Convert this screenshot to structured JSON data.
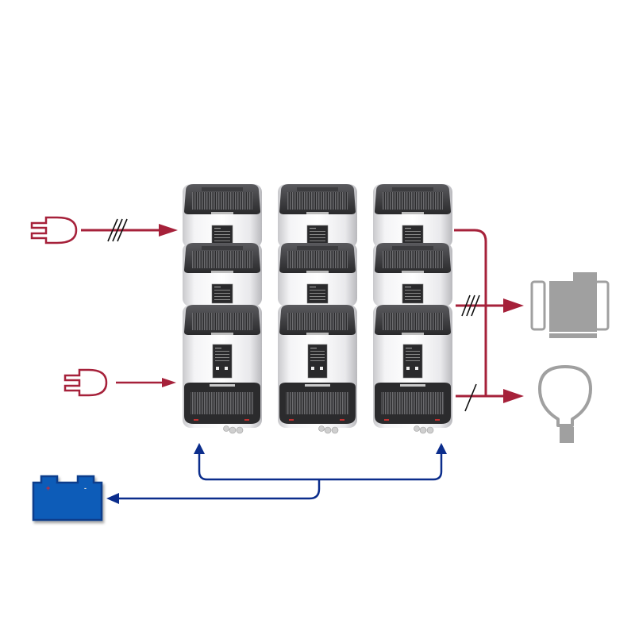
{
  "diagram": {
    "type": "three-phase parallel inverter/charger system wiring",
    "colors": {
      "ac_line": "#a6213a",
      "dc_line": "#0b2d8c",
      "load_icon": "#a0a0a0",
      "battery": "#0a5cb8",
      "battery_border": "#0a3e8c",
      "device_body": "#e6e6e8",
      "device_dark": "#2b2b2d",
      "tick_marks": "#111111"
    },
    "inputs": [
      {
        "id": "grid-source-1",
        "icon": "plug-icon",
        "phases": 3
      },
      {
        "id": "grid-source-2",
        "icon": "plug-icon",
        "phases": 1
      }
    ],
    "outputs": [
      {
        "id": "motor-load",
        "icon": "motor-icon",
        "phases": 3
      },
      {
        "id": "lamp-load",
        "icon": "light-bulb-icon",
        "phases": 1
      }
    ],
    "battery": {
      "icon": "battery-icon",
      "positive": "+",
      "negative": "-"
    },
    "inverter_grid": {
      "columns": 3,
      "rows": 3
    }
  }
}
